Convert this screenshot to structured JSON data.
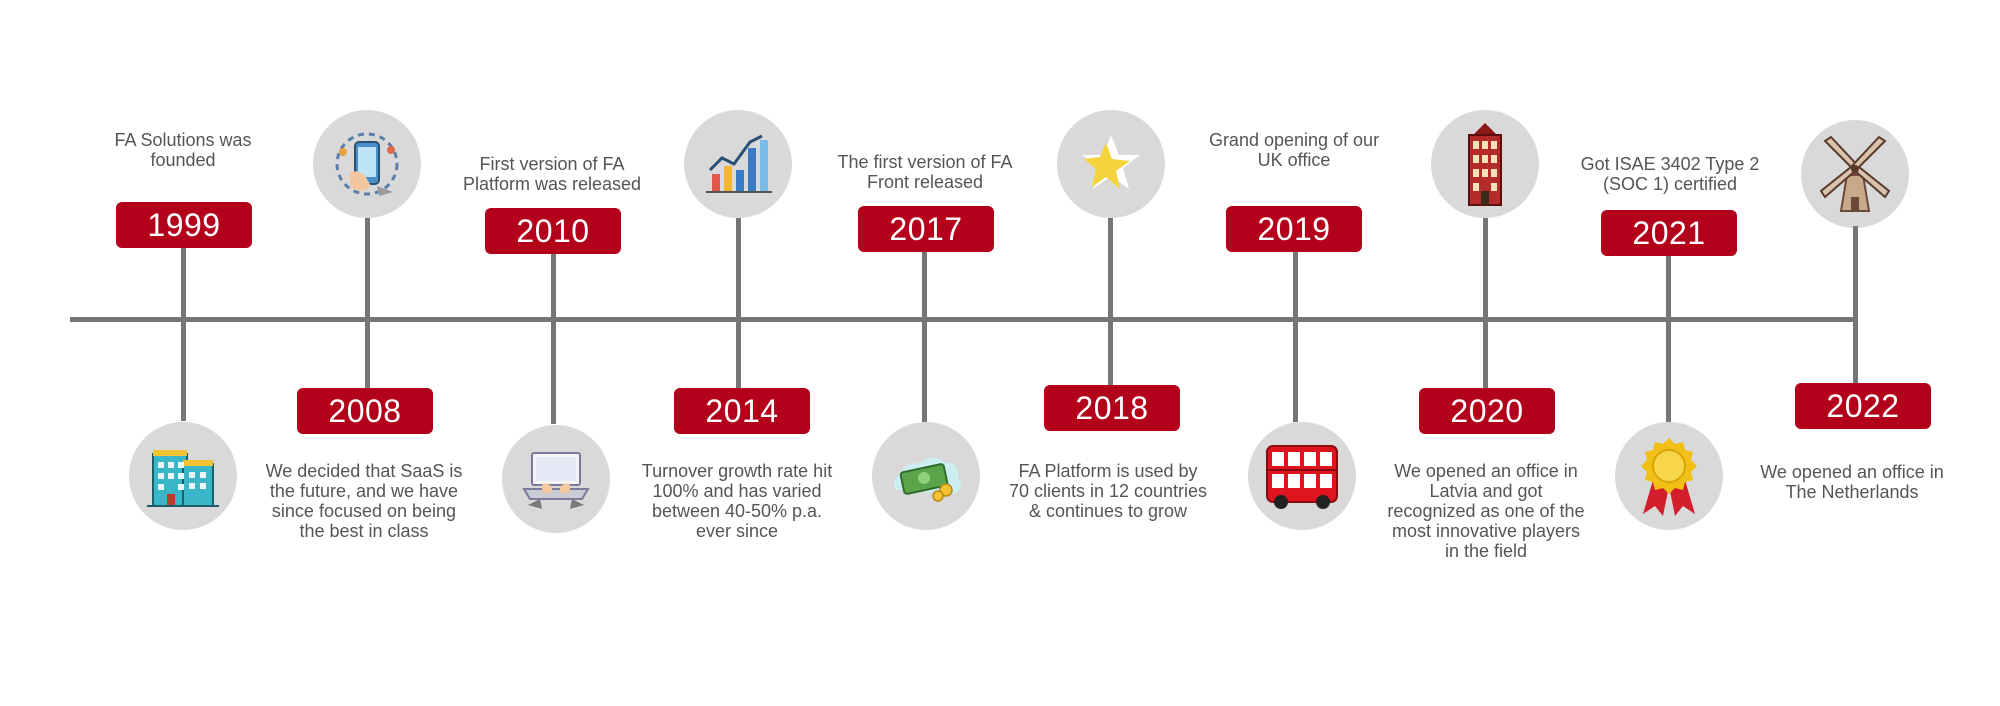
{
  "milestones": [
    {
      "year": "1999",
      "text": "FA Solutions was founded",
      "icon": "office-building-icon"
    },
    {
      "year": "2008",
      "text": "We decided that SaaS is the future, and we have since focused on being the best in class",
      "icon": "smartphone-hand-icon"
    },
    {
      "year": "2010",
      "text": "First version of FA Platform was released",
      "icon": "laptop-typing-icon"
    },
    {
      "year": "2014",
      "text": "Turnover growth rate hit 100% and has varied between 40-50% p.a. ever since",
      "icon": "bar-chart-growth-icon"
    },
    {
      "year": "2017",
      "text": "The first version of FA Front released",
      "icon": "money-cloud-icon"
    },
    {
      "year": "2018",
      "text": "FA Platform is used by 70 clients in 12 countries & continues to grow",
      "icon": "star-icon"
    },
    {
      "year": "2019",
      "text": "Grand opening of our UK office",
      "icon": "double-decker-bus-icon"
    },
    {
      "year": "2020",
      "text": "We opened an office in Latvia and got recognized as one of the most innovative players in the field",
      "icon": "latvian-building-icon"
    },
    {
      "year": "2021",
      "text": "Got ISAE 3402 Type 2 (SOC 1) certified",
      "icon": "award-medal-icon"
    },
    {
      "year": "2022",
      "text": "We opened an office in The Netherlands",
      "icon": "windmill-icon"
    }
  ],
  "colors": {
    "accent": "#b3001b",
    "line": "#767676",
    "circle": "#d9d9d9",
    "text": "#555555"
  }
}
